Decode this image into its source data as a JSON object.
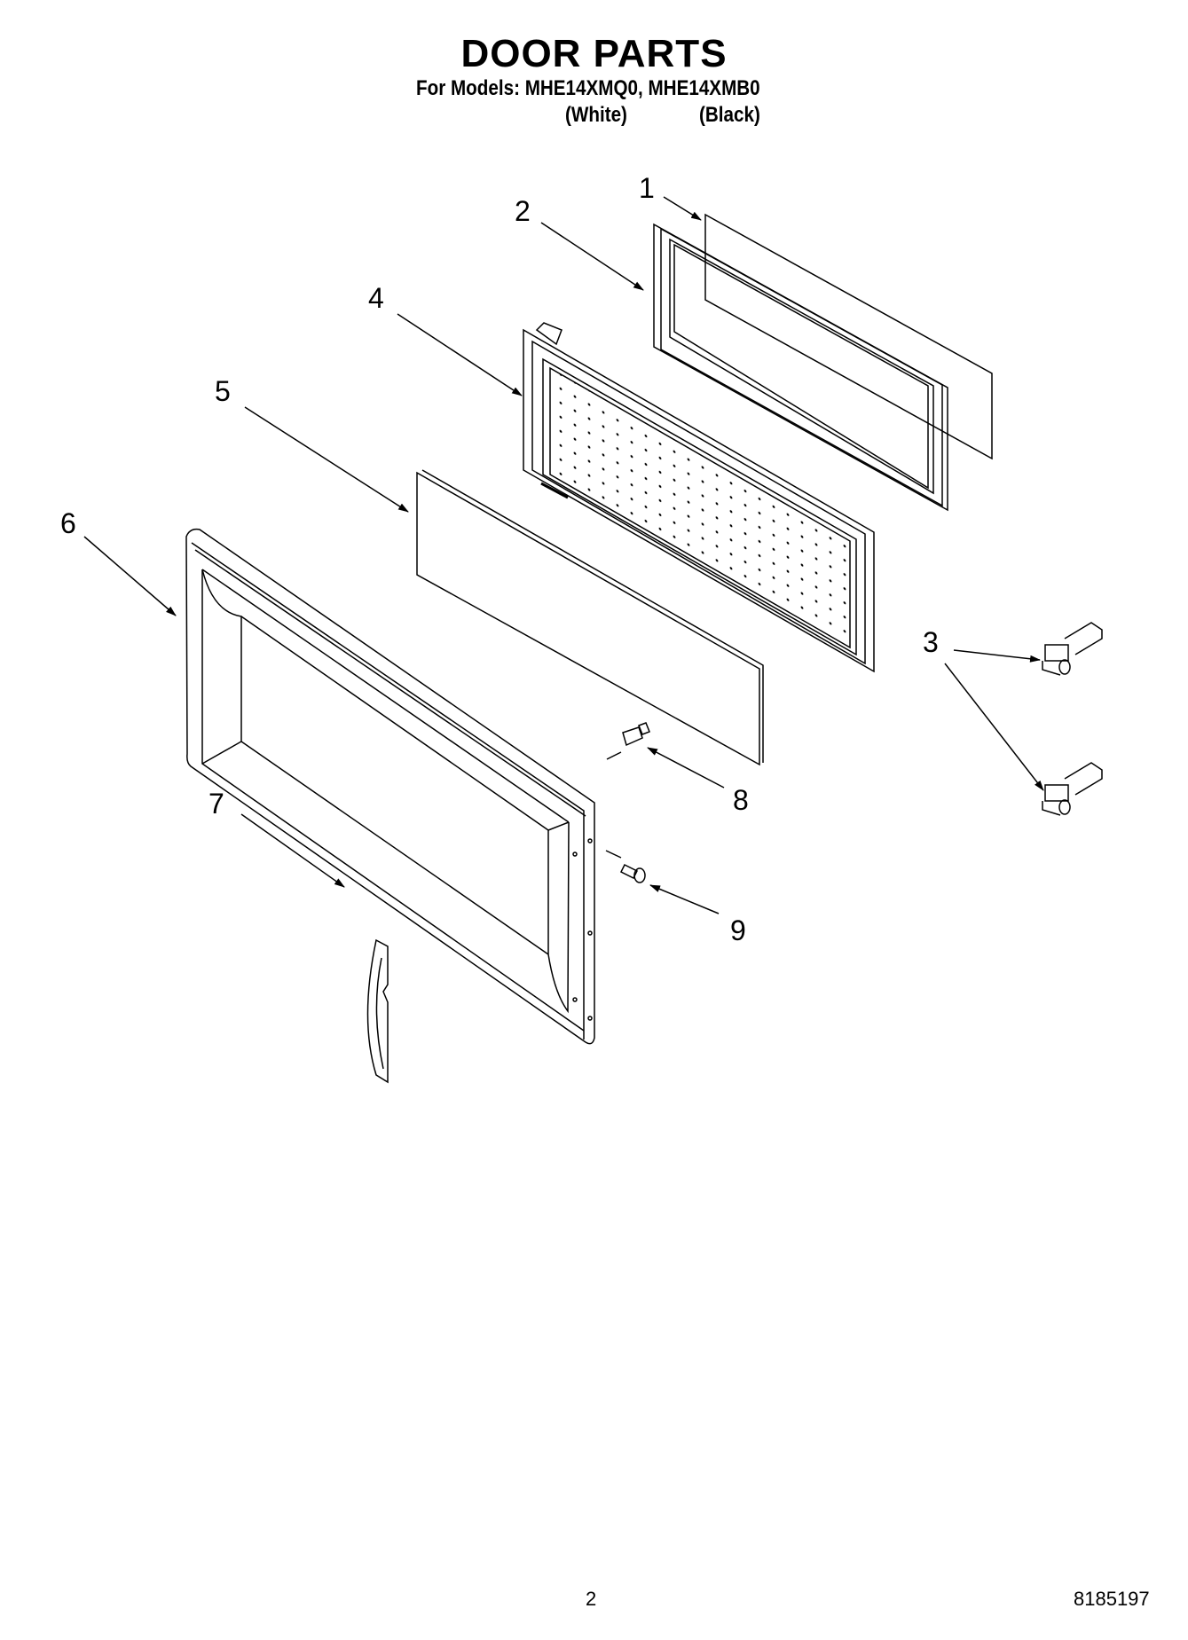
{
  "header": {
    "title": "DOOR PARTS",
    "subtitle": "For Models: MHE14XMQ0, MHE14XMB0",
    "model_colors": [
      "(White)",
      "(Black)"
    ]
  },
  "callouts": [
    {
      "number": "1",
      "part": "glass-panel"
    },
    {
      "number": "2",
      "part": "choke-frame"
    },
    {
      "number": "3",
      "part": "hinge"
    },
    {
      "number": "4",
      "part": "inner-door-panel"
    },
    {
      "number": "5",
      "part": "door-window"
    },
    {
      "number": "6",
      "part": "door-frame"
    },
    {
      "number": "7",
      "part": "handle"
    },
    {
      "number": "8",
      "part": "screw"
    },
    {
      "number": "9",
      "part": "screw"
    }
  ],
  "footer": {
    "page_number": "2",
    "document_number": "8185197"
  }
}
